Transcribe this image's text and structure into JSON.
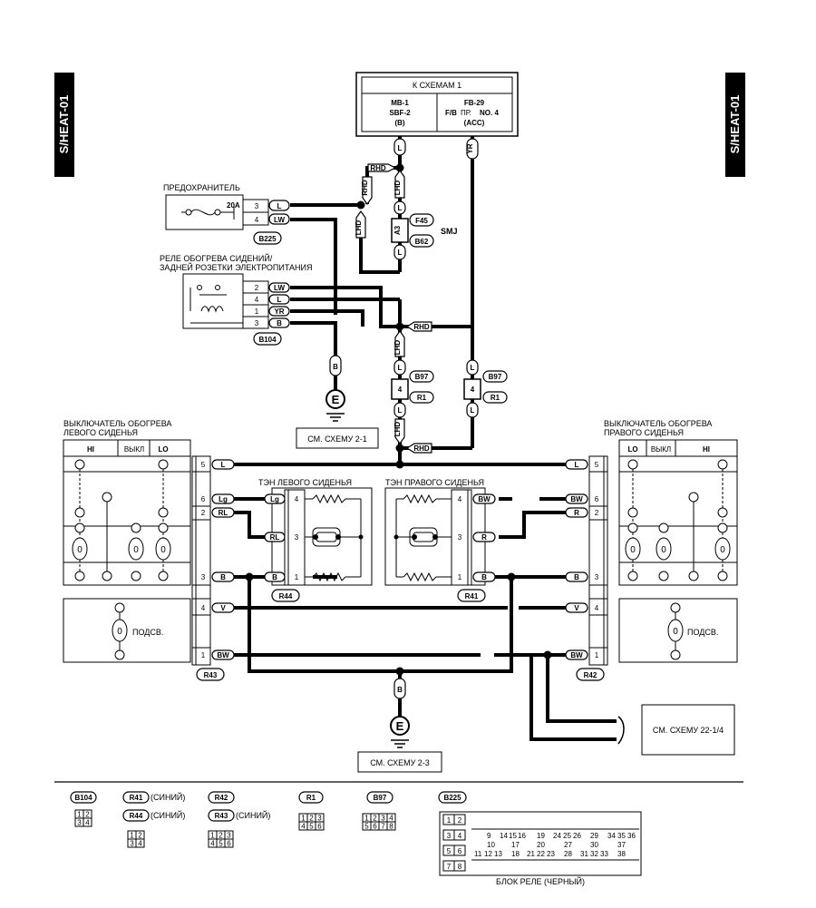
{
  "side_tab": "S/HEAT-01",
  "top_box": {
    "title": "К СХЕМАМ 1",
    "left": [
      "MB-1",
      "SBF-2",
      "(B)"
    ],
    "right_l1": "FB-29",
    "right_l2a": "F/B",
    "right_l2b": "ПР.",
    "right_l2c": "NO. 4",
    "right_l3": "(ACC)",
    "wire_left": "L",
    "wire_right": "YR"
  },
  "labels": {
    "fuse": "ПРЕДОХРАНИТЕЛЬ",
    "fuse_rating": "20A",
    "relay_l1": "РЕЛЕ ОБОГРЕВА СИДЕНИЙ/",
    "relay_l2": "ЗАДНЕЙ РОЗЕТКИ ЭЛЕКТРОПИТАНИЯ",
    "smj": "SMJ",
    "left_switch_l1": "ВЫКЛЮЧАТЕЛЬ ОБОГРЕВА",
    "left_switch_l2": "ЛЕВОГО СИДЕНЬЯ",
    "right_switch_l1": "ВЫКЛЮЧАТЕЛЬ ОБОГРЕВА",
    "right_switch_l2": "ПРАВОГО СИДЕНЬЯ",
    "left_heater": "ТЭН ЛЕВОГО СИДЕНЬЯ",
    "right_heater": "ТЭН ПРАВОГО СИДЕНЬЯ",
    "backlight": "ПОДСВ.",
    "see_2_1": "СМ. СХЕМУ 2-1",
    "see_2_3": "СМ. СХЕМУ 2-3",
    "see_22": "СМ. СХЕМУ 22-1/4",
    "ground": "E",
    "hi": "HI",
    "off": "ВЫКЛ",
    "lo": "LO",
    "rhd": "RHD",
    "lhd": "LHD"
  },
  "connectors": {
    "b225": "B225",
    "b104": "B104",
    "f45": "F45",
    "b62": "B62",
    "a3": "A3",
    "b97": "B97",
    "r1": "R1",
    "r41": "R41",
    "r42": "R42",
    "r43": "R43",
    "r44": "R44"
  },
  "wires": {
    "b225": [
      {
        "pin": "3",
        "color": "L"
      },
      {
        "pin": "4",
        "color": "LW"
      }
    ],
    "b104": [
      {
        "pin": "2",
        "color": "LW"
      },
      {
        "pin": "4",
        "color": "L"
      },
      {
        "pin": "1",
        "color": "YR"
      },
      {
        "pin": "3",
        "color": "B"
      }
    ],
    "left_sw": [
      {
        "pin": "5",
        "color": "L"
      },
      {
        "pin": "6",
        "color": "Lg"
      },
      {
        "pin": "2",
        "color": "RL"
      },
      {
        "pin": "3",
        "color": "B"
      },
      {
        "pin": "4",
        "color": "V"
      },
      {
        "pin": "1",
        "color": "BW"
      }
    ],
    "right_sw": [
      {
        "pin": "5",
        "color": "L"
      },
      {
        "pin": "6",
        "color": "BW"
      },
      {
        "pin": "2",
        "color": "R"
      },
      {
        "pin": "3",
        "color": "B"
      },
      {
        "pin": "4",
        "color": "V"
      },
      {
        "pin": "1",
        "color": "BW"
      }
    ],
    "r44": [
      {
        "pin": "4",
        "color": "Lg"
      },
      {
        "pin": "3",
        "color": "RL"
      },
      {
        "pin": "1",
        "color": "B"
      }
    ],
    "r41": [
      {
        "pin": "4",
        "color": "BW"
      },
      {
        "pin": "3",
        "color": "R"
      },
      {
        "pin": "1",
        "color": "B"
      }
    ],
    "smj_pin": "4",
    "b_wire": "B"
  },
  "legend": {
    "b104": {
      "name": "B104",
      "rows": [
        [
          "1",
          "2"
        ],
        [
          "3",
          "4"
        ]
      ]
    },
    "r41": {
      "name": "R41",
      "note": "(СИНИЙ)"
    },
    "r44": {
      "name": "R44",
      "note": "(СИНИЙ)",
      "rows": [
        [
          "1",
          "2"
        ],
        [
          "3",
          "4"
        ]
      ]
    },
    "r42": {
      "name": "R42"
    },
    "r43": {
      "name": "R43",
      "note": "(СИНИЙ)",
      "rows": [
        [
          "1",
          "2",
          "3"
        ],
        [
          "4",
          "5",
          "6"
        ]
      ]
    },
    "r1": {
      "name": "R1",
      "rows": [
        [
          "1",
          "2",
          "3"
        ],
        [
          "4",
          "5",
          "6"
        ]
      ]
    },
    "b97": {
      "name": "B97",
      "rows": [
        [
          "1",
          "2",
          "3",
          "4"
        ],
        [
          "5",
          "6",
          "7",
          "8"
        ]
      ]
    },
    "b225": {
      "name": "B225",
      "pairs": [
        [
          "1",
          "2"
        ],
        [
          "3",
          "4"
        ],
        [
          "5",
          "6"
        ],
        [
          "7",
          "8"
        ]
      ],
      "grid": [
        "9",
        "10",
        "11",
        "12",
        "13",
        "14",
        "15",
        "16",
        "17",
        "18",
        "19",
        "20",
        "21",
        "22",
        "23",
        "24",
        "25",
        "26",
        "27",
        "28",
        "29",
        "30",
        "31",
        "32",
        "33",
        "34",
        "35",
        "36",
        "37",
        "38"
      ],
      "caption": "БЛОК РЕЛЕ (ЧЕРНЫЙ)"
    }
  }
}
